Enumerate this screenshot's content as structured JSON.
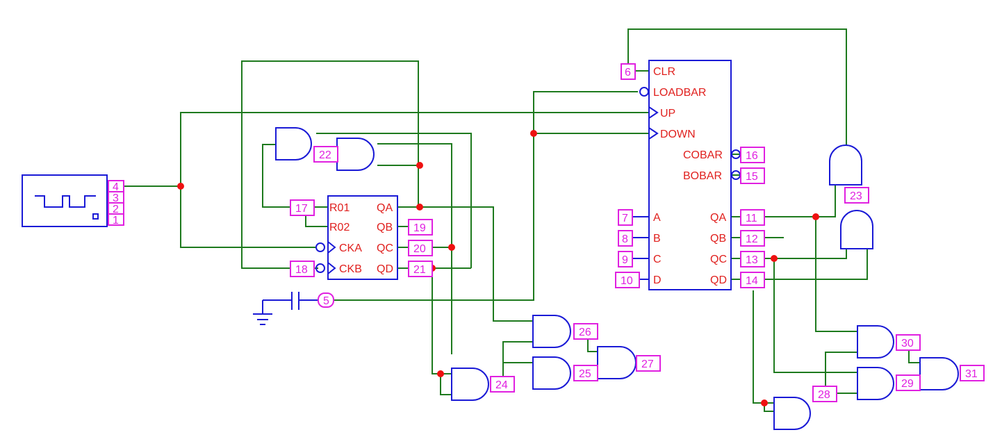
{
  "colors": {
    "wire": "#1e7a1e",
    "component": "#1a1ad6",
    "junction": "#ee1111",
    "pin_number": "#e020e0",
    "pin_label": "#e0201e"
  },
  "clock_pins": [
    "4",
    "3",
    "2",
    "1"
  ],
  "capacitor_pin": "5",
  "counter_7490": {
    "pins": {
      "r01": {
        "name": "R01",
        "num": "17"
      },
      "r02": {
        "name": "R02",
        "num": ""
      },
      "cka": {
        "name": "CKA",
        "num": ""
      },
      "ckb": {
        "name": "CKB",
        "num": "18"
      },
      "qa": {
        "name": "QA",
        "num": ""
      },
      "qb": {
        "name": "QB",
        "num": "19"
      },
      "qc": {
        "name": "QC",
        "num": "20"
      },
      "qd": {
        "name": "QD",
        "num": "21"
      }
    }
  },
  "counter_74193": {
    "pins": {
      "clr": {
        "name": "CLR",
        "num": "6"
      },
      "loadbar": {
        "name": "LOADBAR",
        "num": ""
      },
      "up": {
        "name": "UP",
        "num": ""
      },
      "down": {
        "name": "DOWN",
        "num": ""
      },
      "cobar": {
        "name": "COBAR",
        "num": "16"
      },
      "bobar": {
        "name": "BOBAR",
        "num": "15"
      },
      "a": {
        "name": "A",
        "num": "7"
      },
      "b": {
        "name": "B",
        "num": "8"
      },
      "c": {
        "name": "C",
        "num": "9"
      },
      "d": {
        "name": "D",
        "num": "10"
      },
      "qa": {
        "name": "QA",
        "num": "11"
      },
      "qb": {
        "name": "QB",
        "num": "12"
      },
      "qc": {
        "name": "QC",
        "num": "13"
      },
      "qd": {
        "name": "QD",
        "num": "14"
      }
    }
  },
  "gates": {
    "g22": "22",
    "g23": "23",
    "g24": "24",
    "g25": "25",
    "g26": "26",
    "g27": "27",
    "g28": "28",
    "g29": "29",
    "g30": "30",
    "g31": "31"
  }
}
